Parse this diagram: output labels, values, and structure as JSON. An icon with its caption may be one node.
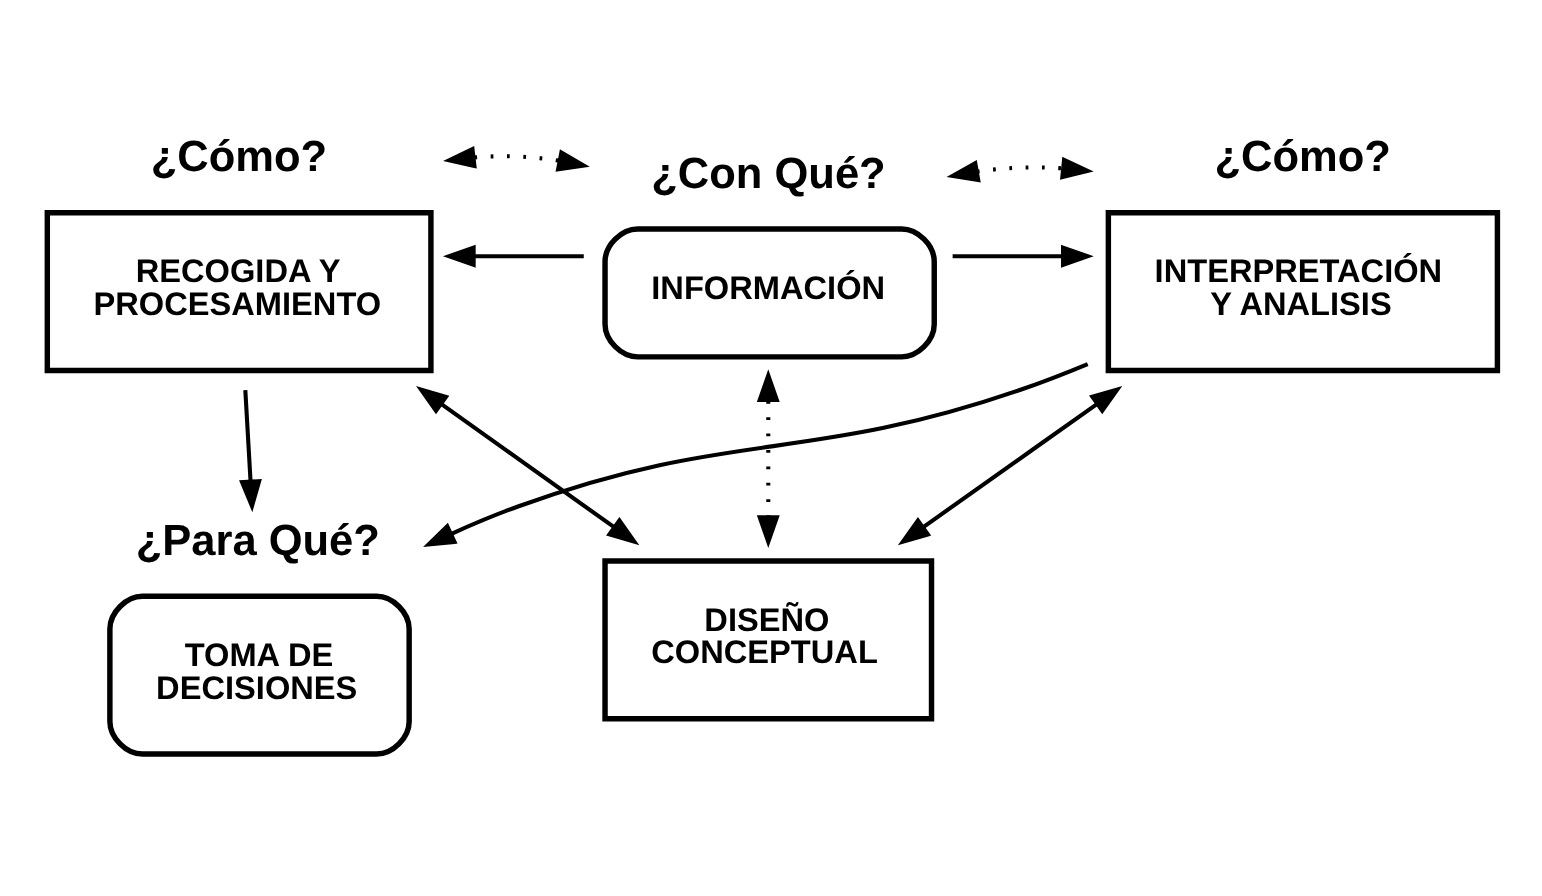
{
  "diagram": {
    "nodes": [
      {
        "text": [
          "TOMA DE DECISIONES"
        ],
        "beside": [
          "¿Para Qué?"
        ]
      },
      {
        "text": [
          "RECOGIDA Y PROCESAMIENTO"
        ],
        "beside": [
          "¿Cómo?"
        ]
      },
      {
        "text": [
          "INFORMACIÓN"
        ],
        "beside": [
          "¿Con Qué?"
        ]
      },
      {
        "text": [
          "INTERPRETACIÓN Y ANALISIS"
        ],
        "beside": [
          "¿Cómo?"
        ]
      },
      {
        "text": [
          "DISEÑO CONCEPTUAL"
        ]
      }
    ],
    "edges": [
      {
        "from": 1,
        "to": 0,
        "arrow": "to"
      },
      {
        "from": 3,
        "to": 0,
        "arrow": "to"
      },
      {
        "from": 2,
        "to": 1,
        "arrow": "to"
      },
      {
        "from": 2,
        "to": 3,
        "arrow": "to"
      },
      {
        "from": 1,
        "to": 2,
        "arrow": "both",
        "style": "dashed"
      },
      {
        "from": 2,
        "to": 3,
        "arrow": "both",
        "style": "dashed"
      },
      {
        "from": 2,
        "to": 4,
        "arrow": "both",
        "style": "dashed"
      },
      {
        "from": 1,
        "to": 4,
        "arrow": "both"
      },
      {
        "from": 3,
        "to": 4,
        "arrow": "both"
      }
    ]
  }
}
